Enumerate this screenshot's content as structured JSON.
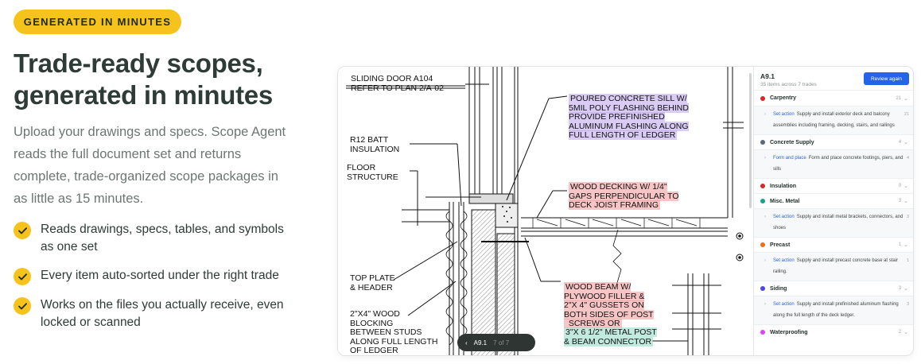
{
  "badge": "GENERATED IN MINUTES",
  "headline_line1": "Trade-ready scopes,",
  "headline_line2": "generated in minutes",
  "lede": "Upload your drawings and specs. Scope Agent reads the full document set and returns complete, trade-organized scope packages in as little as 15 minutes.",
  "features": [
    "Reads drawings, specs, tables, and symbols as one set",
    "Every item auto-sorted under the right trade",
    "Works on the files you actually receive, even locked or scanned"
  ],
  "drawing": {
    "labels": {
      "sliding_door": "SLIDING DOOR A104\nREFER TO PLAN 2/A-02",
      "sill": "POURED CONCRETE SILL W/\n5mil POLY FLASHING BEHIND\nPROVIDE PREFINISHED\nALUMINUM FLASHING ALONG\nFULL LENGTH OF LEDGER",
      "batt": "R12 BATT\nINSULATION",
      "floor": "FLOOR\nSTRUCTURE",
      "decking": "WOOD DECKING W/ 1/4\"\nGAPS PERPENDICULAR TO\nDECK JOIST FRAMING",
      "top_plate": "TOP PLATE\n& HEADER",
      "blocking": "2\"X4\" WOOD\nBLOCKING\nBETWEEN STUDS\nALONG FULL LENGTH\nOF LEDGER",
      "beam": "WOOD BEAM W/\nPLYWOOD FILLER &\n2\"X 4\" GUSSETS ON\nBOTH SIDES OF POST\n  SCREWS OR",
      "post": "3\"X 6 1/2\" METAL POST\n& BEAM CONNECTOR"
    },
    "pager": {
      "sheet": "A9.1",
      "count": "7 of 7"
    }
  },
  "panel": {
    "sheet": "A9.1",
    "meta": "35 items across 7 trades",
    "review_button": "Review again",
    "trades": [
      {
        "name": "Carpentry",
        "color": "#d52a2a",
        "count": "21",
        "item": {
          "action": "Set action",
          "text": "Supply and install exterior deck and balcony assemblies including framing, decking, stairs, and railings",
          "num": "21"
        }
      },
      {
        "name": "Concrete Supply",
        "color": "#5b6a7a",
        "count": "4",
        "item": {
          "action": "Form and place",
          "text": "Form and place concrete footings, piers, and sills",
          "num": "4"
        }
      },
      {
        "name": "Insulation",
        "color": "#d52a2a",
        "count": "0"
      },
      {
        "name": "Misc. Metal",
        "color": "#16a38a",
        "count": "3",
        "item": {
          "action": "Set action",
          "text": "Supply and install metal brackets, connectors, and shoes",
          "num": "3"
        }
      },
      {
        "name": "Precast",
        "color": "#ef6c1a",
        "count": "1",
        "item": {
          "action": "Set action",
          "text": "Supply and install precast concrete base at stair railing.",
          "num": "1"
        }
      },
      {
        "name": "Siding",
        "color": "#4f46e5",
        "count": "3",
        "item": {
          "action": "Set action",
          "text": "Supply and install prefinished aluminum flashing along the full length of the deck ledger.",
          "num": "3"
        }
      },
      {
        "name": "Waterproofing",
        "color": "#d946ef",
        "count": "2"
      }
    ]
  }
}
